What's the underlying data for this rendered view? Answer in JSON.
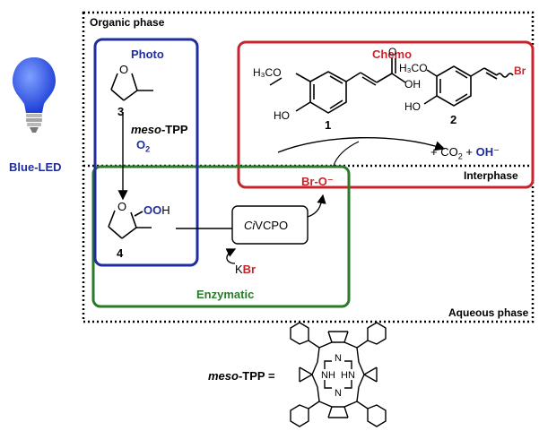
{
  "phases": {
    "organic": "Organic phase",
    "aqueous": "Aqueous phase",
    "interphase": "Interphase"
  },
  "light": {
    "label": "Blue-LED",
    "bulb_color": "#1e3fd8"
  },
  "boxes": {
    "photo": {
      "title": "Photo",
      "color": "#1f2e9c"
    },
    "chemo": {
      "title": "Chemo",
      "color": "#c8242c"
    },
    "enzymatic": {
      "title": "Enzymatic",
      "color": "#2a7a2a"
    }
  },
  "compounds": {
    "c1": {
      "number": "1",
      "substituent": "H₃CO",
      "hydroxy": "HO",
      "acid_o": "O",
      "acid_oh": "OH"
    },
    "c2": {
      "number": "2",
      "substituent": "H₃CO",
      "hydroxy": "HO",
      "halogen": "Br"
    },
    "c3": {
      "number": "3",
      "ring_o": "O"
    },
    "c4": {
      "number": "4",
      "ring_o": "O",
      "oo": "OO",
      "h": "H"
    },
    "reagent": {
      "prefix": "meso",
      "suffix": "-TPP",
      "o2": "O",
      "o2_sub": "2"
    }
  },
  "enzyme": {
    "prefix": "Ci",
    "suffix": "VCPO",
    "cofactor_k": "K",
    "cofactor_br": "Br"
  },
  "hypobromite": {
    "br": "Br-O",
    "charge": "⁻"
  },
  "byproducts": {
    "lead": "+ CO",
    "co2_sub": "2",
    "plus": "+",
    "oh": "OH",
    "charge": "⁻"
  },
  "tpp_legend": {
    "prefix": "meso",
    "suffix": "-TPP =",
    "atoms": [
      "N",
      "NH",
      "HN",
      "N"
    ]
  }
}
